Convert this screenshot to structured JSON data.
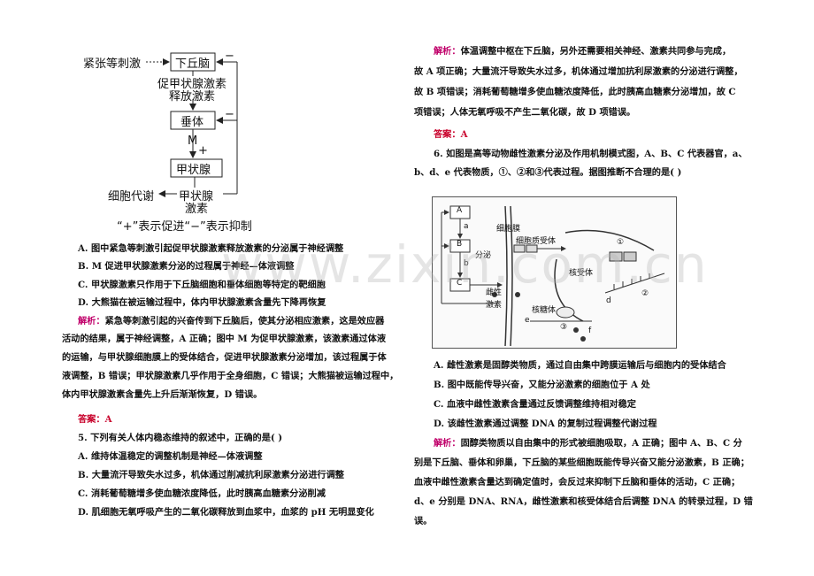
{
  "left": {
    "diagram": {
      "stimulus": "紧张等刺激",
      "hypothalamus": "下丘脑",
      "trh_line1": "促甲状腺激素",
      "trh_line2": "释放激素",
      "pituitary": "垂体",
      "m_label": "M",
      "plus": "+",
      "minus": "−",
      "thyroid": "甲状腺",
      "metabolism": "细胞代谢",
      "th_line1": "甲状腺",
      "th_line2": "激素",
      "legend": "“+”表示促进“−”表示抑制"
    },
    "q_options": [
      "A. 图中紧急等刺激引起促甲状腺激素释放激素的分泌属于神经调整",
      "B. M 促进甲状腺激素分泌的过程属于神经—体液调整",
      "C. 甲状腺激素只作用于下丘脑细胞和垂体细胞等特定的靶细胞",
      "D. 大熊猫在被运输过程中，体内甲状腺激素含量先下降再恢复"
    ],
    "analysis_label": "解析：",
    "analysis_lines": [
      "紧急等刺激引起的兴奋传到下丘脑后，使其分泌相应激素，这是效应器",
      "活动的结果，属于神经调整，A 正确；图中 M 为促甲状腺激素，该激素通过体液",
      "的运输，与甲状腺细胞膜上的受体结合，促进甲状腺激素分泌增加，该过程属于体",
      "液调整，B 错误；甲状腺激素几乎作用于全身细胞，C 错误；大熊猫被运输过程中，",
      "体内甲状腺激素含量先上升后渐渐恢复，D 错误。"
    ],
    "answer_label": "答案：",
    "answer": "A",
    "q5_stem": "5. 下列有关人体内稳态维持的叙述中，正确的是(      )",
    "q5_options": [
      "A. 维持体温稳定的调整机制是神经—体液调整",
      "B. 大量流汗导致失水过多，机体通过削减抗利尿激素分泌进行调整",
      "C. 消耗葡萄糖增多使血糖浓度降低，此时胰高血糖素分泌削减",
      "D. 肌细胞无氧呼吸产生的二氧化碳释放到血浆中，血浆的 pH 无明显变化"
    ]
  },
  "right": {
    "analysis_label": "解析：",
    "analysis5_lines": [
      "体温调整中枢在下丘脑，另外还需要相关神经、激素共同参与完成，",
      "故 A 项正确；大量流汗导致失水过多，机体通过增加抗利尿激素的分泌进行调整，",
      "故 B 项错误；消耗葡萄糖增多使血糖浓度降低，此时胰高血糖素分泌增加，故 C",
      "项错误；人体无氧呼吸不产生二氧化碳，故 D 项错误。"
    ],
    "answer_label": "答案：",
    "answer5": "A",
    "q6_stem_line1": "6. 如图是高等动物雌性激素分泌及作用机制模式图，A、B、C 代表器官，a、",
    "q6_stem_line2": "b、d、e 代表物质，①、②和③代表过程。据图推断不合理的是(       )",
    "diagram": {
      "A": "A",
      "B": "B",
      "C": "C",
      "a": "a",
      "b": "b",
      "cell_membrane": "细胞膜",
      "cytoplasm_receptor": "细胞质受体",
      "secretion": "分泌",
      "nuclear_receptor": "核受体",
      "female_hormone_1": "雌性",
      "female_hormone_2": "激素",
      "ribosome": "核糖体",
      "d": "d",
      "e": "e",
      "f": "f",
      "c1": "①",
      "c2": "②",
      "c3": "③"
    },
    "q6_options": [
      "A. 雌性激素是固醇类物质，通过自由集中跨膜运输后与细胞内的受体结合",
      "B. 图中既能传导兴奋，又能分泌激素的细胞位于 A 处",
      "C. 血液中雌性激素含量通过反馈调整维持相对稳定",
      "D. 该雌性激素通过调整 DNA 的复制过程调整代谢过程"
    ],
    "analysis6_lines": [
      "固醇类物质以自由集中的形式被细胞吸取，A 正确；图中 A、B、C 分",
      "别是下丘脑、垂体和卵巢，下丘脑的某些细胞既能传导兴奋又能分泌激素，B 正确；",
      "血液中雌性激素含量达到确定值时，会反过来抑制下丘脑和垂体的活动，C 正确；",
      "d、e 分别是 DNA、RNA，雌性激素和核受体结合后调整 DNA 的转录过程，D 错",
      "误。"
    ]
  },
  "watermark": "www.zixin.com.cn"
}
